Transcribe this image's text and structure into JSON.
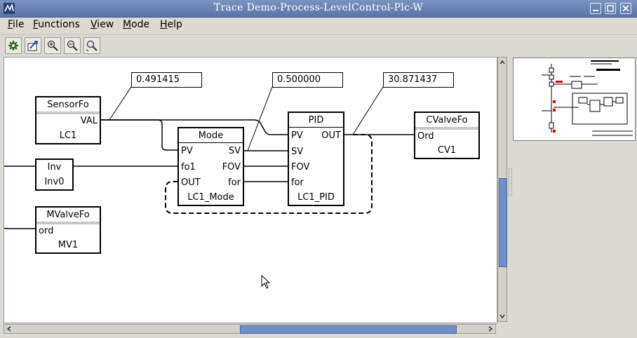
{
  "window": {
    "title": "Trace Demo-Process-LevelControl-Plc-W"
  },
  "menu": {
    "items": [
      {
        "mnemonic": "F",
        "rest": "ile"
      },
      {
        "mnemonic": "F",
        "rest": "unctions"
      },
      {
        "mnemonic": "V",
        "rest": "iew"
      },
      {
        "mnemonic": "M",
        "rest": "ode"
      },
      {
        "mnemonic": "H",
        "rest": "elp"
      }
    ]
  },
  "toolbar": {
    "buttons": [
      "gear-icon",
      "trace-object-icon",
      "zoom-in-icon",
      "zoom-out-icon",
      "zoom-reset-icon"
    ]
  },
  "diagram": {
    "values": {
      "sensor_val": "0.491415",
      "mode_sv": "0.500000",
      "pid_out": "30.871437"
    },
    "blocks": {
      "sensor": {
        "type": "SensorFo",
        "name": "LC1",
        "pins": [
          "VAL"
        ]
      },
      "inv": {
        "type": "Inv",
        "name": "Inv0"
      },
      "mvalve": {
        "type": "MValveFo",
        "name": "MV1",
        "pins": [
          "ord"
        ]
      },
      "mode": {
        "type": "Mode",
        "name": "LC1_Mode",
        "pins_in": [
          "PV",
          "fo1",
          "OUT"
        ],
        "pins_out": [
          "SV",
          "FOV",
          "for"
        ]
      },
      "pid": {
        "type": "PID",
        "name": "LC1_PID",
        "pins_in": [
          "PV",
          "SV",
          "FOV",
          "for"
        ],
        "pins_out": [
          "OUT"
        ]
      },
      "cvalve": {
        "type": "CValveFo",
        "name": "CV1",
        "pins": [
          "Ord"
        ]
      }
    }
  },
  "colors": {
    "titlebar": "#6a84b4",
    "scroll_thumb": "#6f8fc6",
    "nav_highlight": "#e00000"
  }
}
